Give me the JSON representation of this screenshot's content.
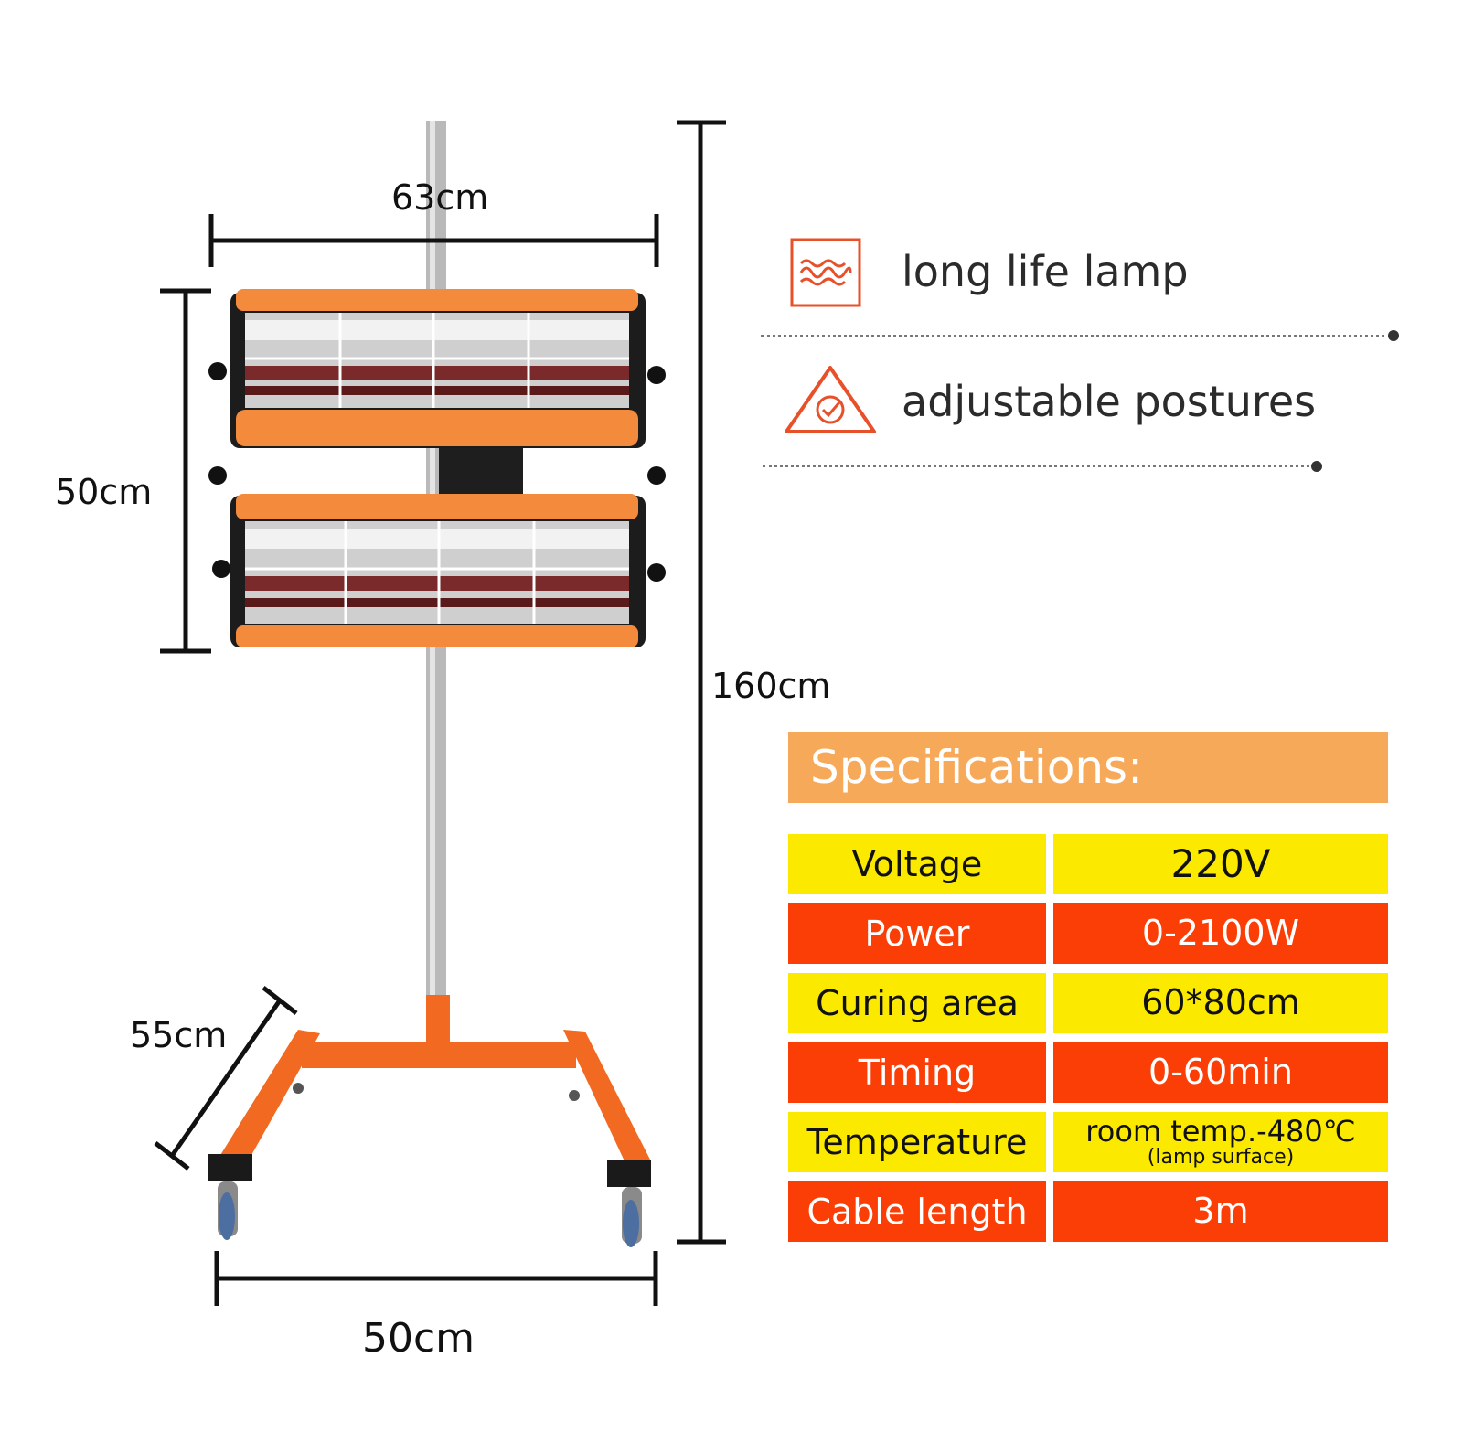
{
  "dimensions": {
    "width": "63cm",
    "height_lamp": "50cm",
    "total_height": "160cm",
    "depth": "55cm",
    "base_width": "50cm"
  },
  "features": [
    {
      "icon": "wave-lamp-icon",
      "label": "long life lamp"
    },
    {
      "icon": "adjust-check-icon",
      "label": "adjustable postures"
    }
  ],
  "specs": {
    "title": "Specifications:",
    "rows": [
      {
        "key": "Voltage",
        "value": "220V",
        "note": "",
        "style": "yellow"
      },
      {
        "key": "Power",
        "value": "0-2100W",
        "note": "",
        "style": "red"
      },
      {
        "key": "Curing area",
        "value": "60*80cm",
        "note": "",
        "style": "yellow"
      },
      {
        "key": "Timing",
        "value": "0-60min",
        "note": "",
        "style": "red"
      },
      {
        "key": "Temperature",
        "value": "room temp.-480℃",
        "note": "(lamp surface)",
        "style": "yellow"
      },
      {
        "key": "Cable length",
        "value": "3m",
        "note": "",
        "style": "red"
      }
    ]
  },
  "colors": {
    "accent_orange": "#f7a95a",
    "row_yellow": "#fbea00",
    "row_red": "#fb3d06",
    "frame_orange": "#f26a21"
  }
}
